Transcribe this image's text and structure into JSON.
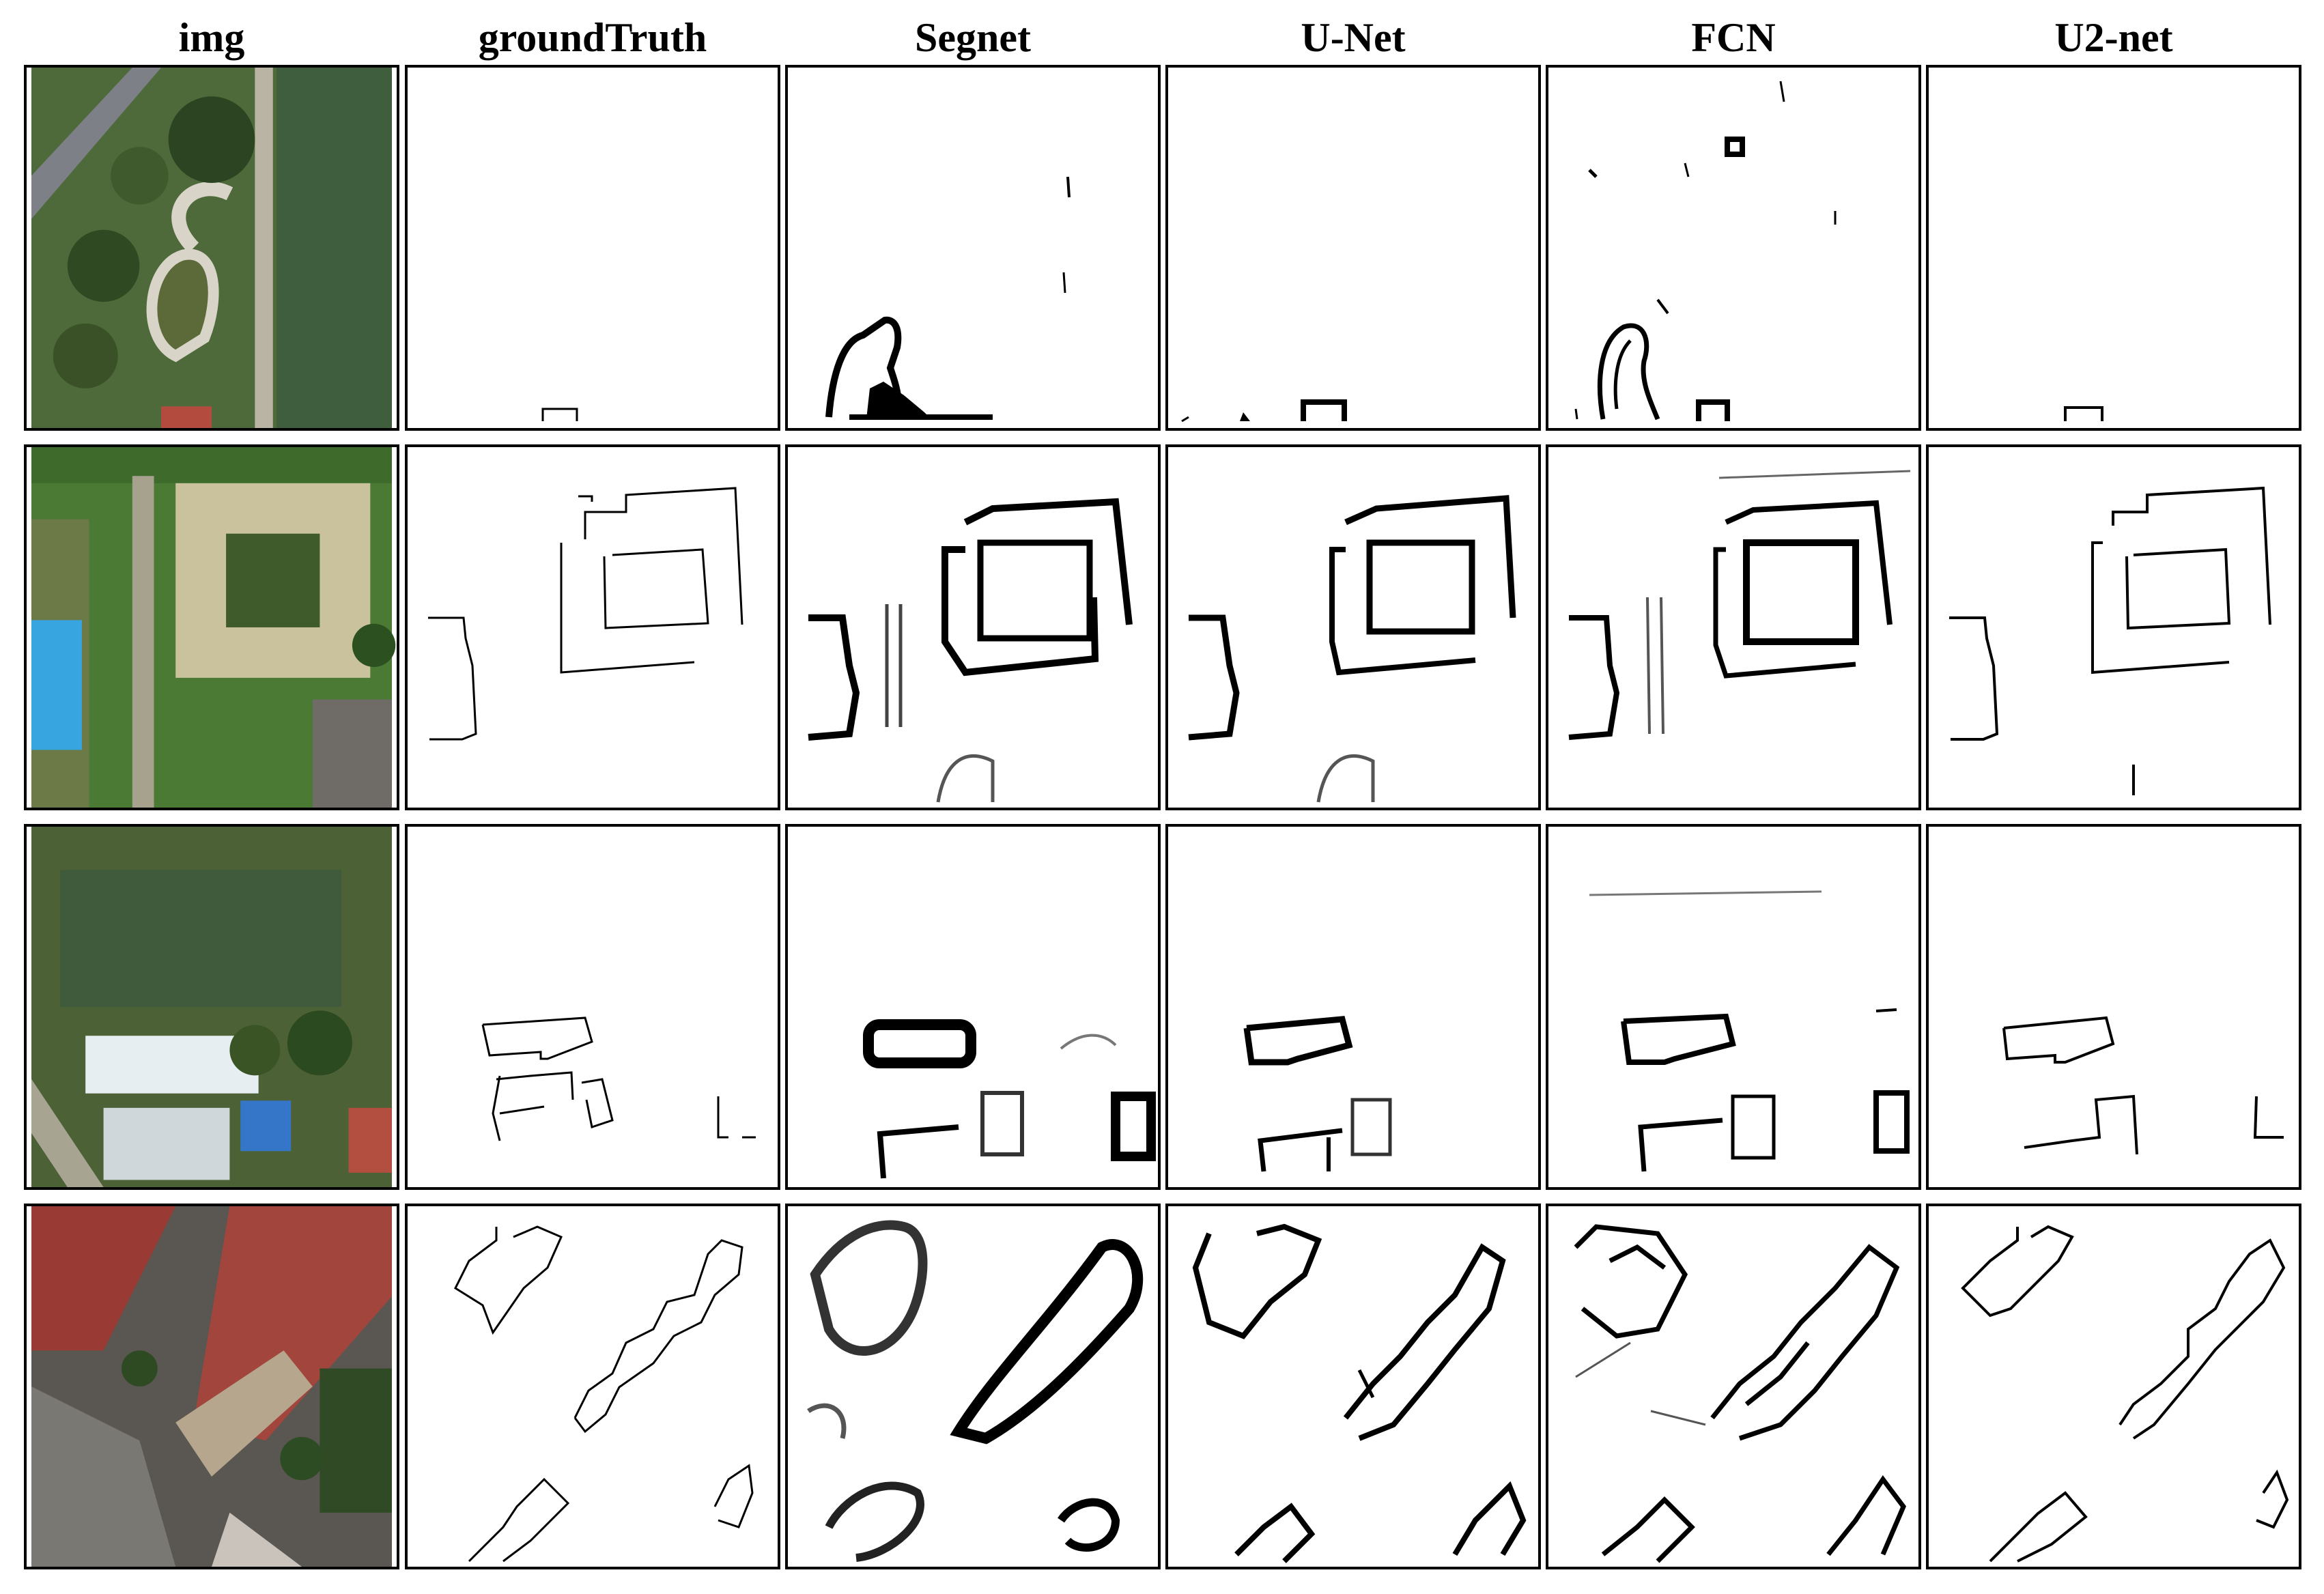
{
  "columns": [
    "img",
    "groundTruth",
    "Segnet",
    "U-Net",
    "FCN",
    "U2-net"
  ],
  "rows": [
    {
      "scene": "park with winding path, canal and trees"
    },
    {
      "scene": "square courtyard building with blue roof"
    },
    {
      "scene": "pond, white buildings and trees"
    },
    {
      "scene": "dense residential blocks with red roofs"
    }
  ],
  "colors": {
    "border": "#000000",
    "background": "#ffffff",
    "edge": "#000000"
  }
}
